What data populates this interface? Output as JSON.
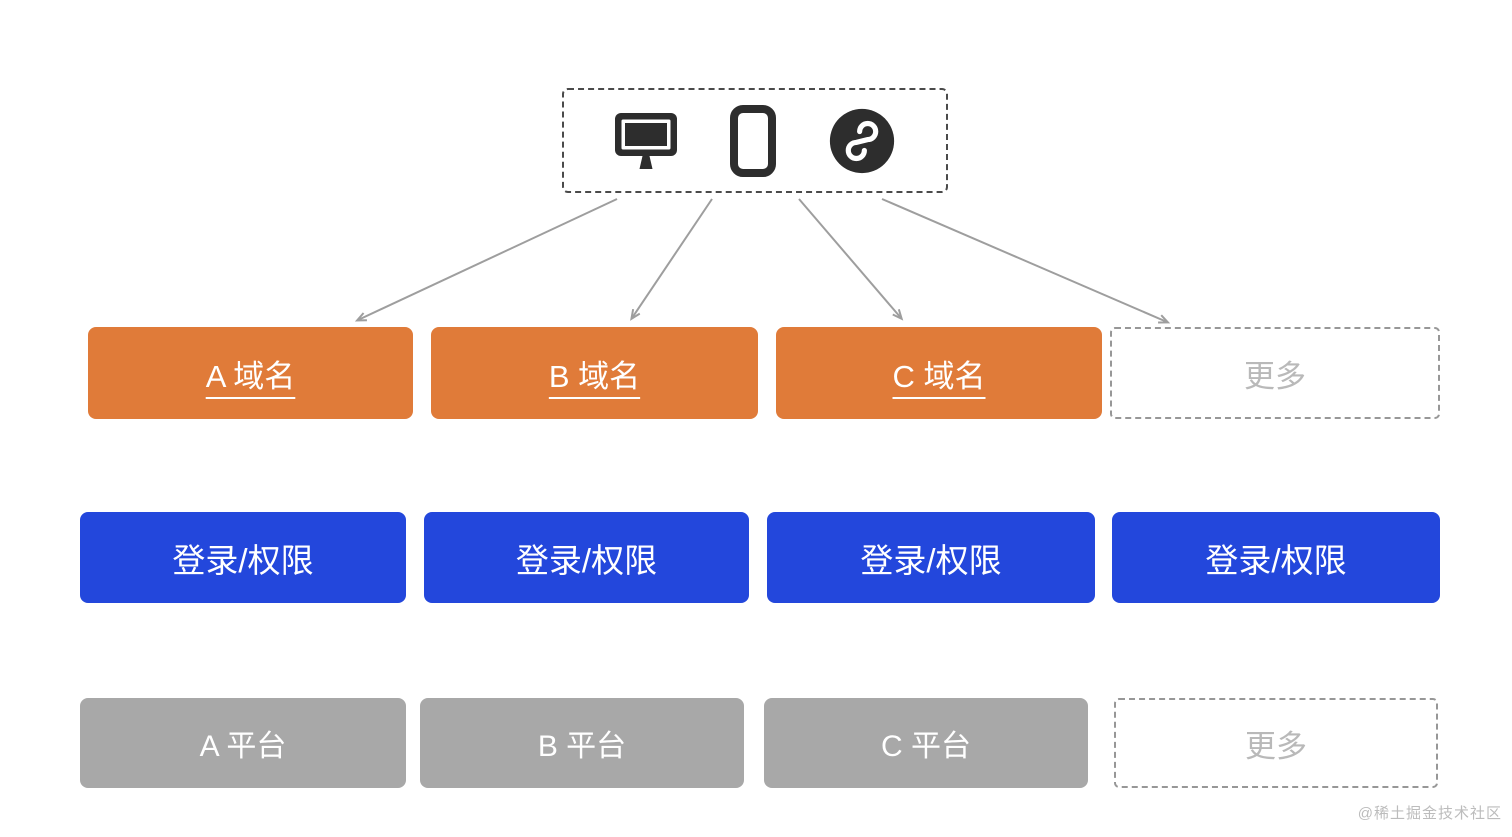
{
  "colors": {
    "orange": "#E07B39",
    "blue": "#2347DC",
    "gray": "#A8A8A8",
    "dashed_border": "#979797",
    "muted_text": "#B9B9B9",
    "arrow": "#9E9E9E",
    "icon_dark": "#2D2D2D",
    "background": "#FFFFFF"
  },
  "clients_panel": {
    "icons": [
      {
        "name": "desktop-icon"
      },
      {
        "name": "mobile-icon"
      },
      {
        "name": "wechat-miniprogram-icon"
      }
    ]
  },
  "domain_row": {
    "items": [
      {
        "label": "A 域名",
        "style": "solid-orange",
        "underlined": true
      },
      {
        "label": "B 域名",
        "style": "solid-orange",
        "underlined": true
      },
      {
        "label": "C 域名",
        "style": "solid-orange",
        "underlined": true
      },
      {
        "label": "更多",
        "style": "dashed",
        "underlined": false
      }
    ]
  },
  "auth_row": {
    "items": [
      {
        "label": "登录/权限"
      },
      {
        "label": "登录/权限"
      },
      {
        "label": "登录/权限"
      },
      {
        "label": "登录/权限"
      }
    ]
  },
  "platform_row": {
    "items": [
      {
        "label": "A 平台",
        "style": "solid-gray"
      },
      {
        "label": "B 平台",
        "style": "solid-gray"
      },
      {
        "label": "C 平台",
        "style": "solid-gray"
      },
      {
        "label": "更多",
        "style": "dashed"
      }
    ]
  },
  "watermark": "@稀土掘金技术社区"
}
